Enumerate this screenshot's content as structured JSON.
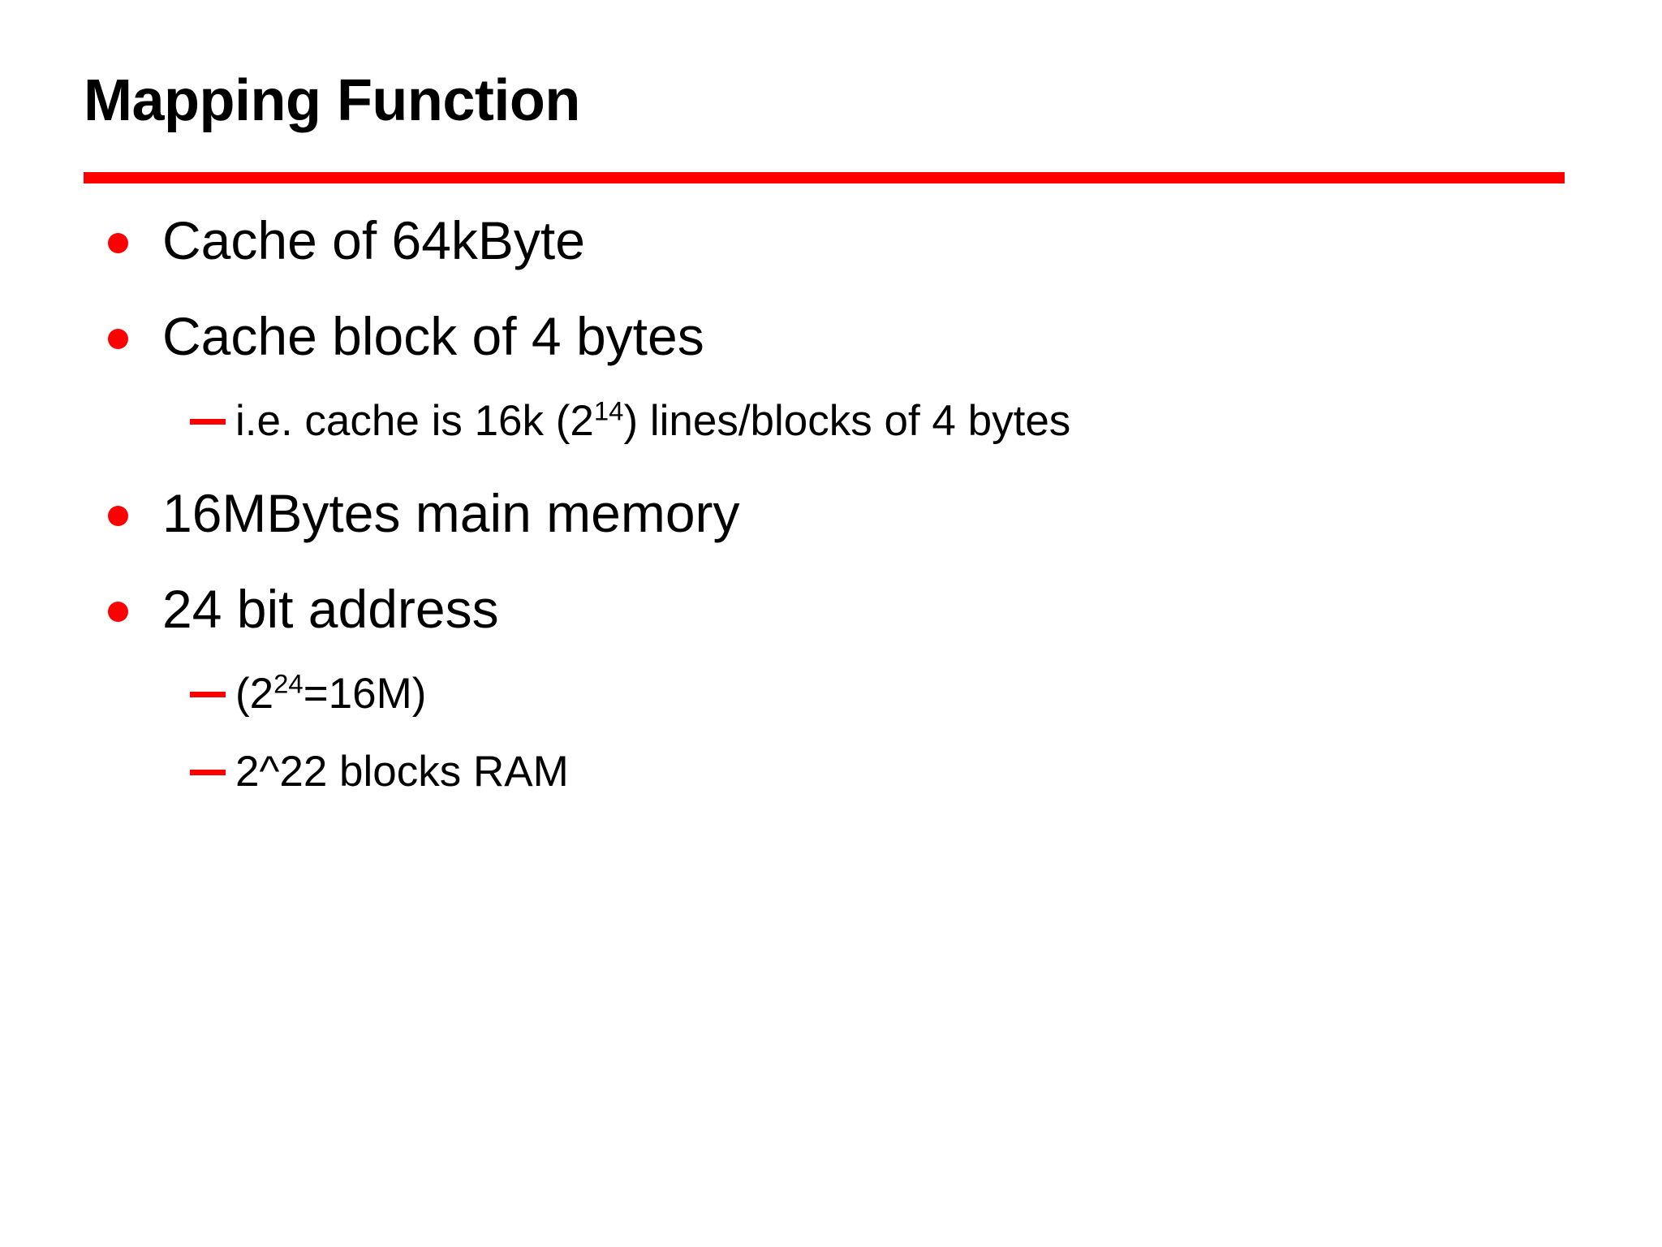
{
  "slide": {
    "title": "Mapping Function",
    "accent_color": "#FF0000",
    "text_color": "#000000",
    "background_color": "#FFFFFF",
    "rule": {
      "color": "#FF0000"
    },
    "bullets": [
      {
        "level": 1,
        "marker": "round-bullet",
        "text": "Cache of 64kByte"
      },
      {
        "level": 1,
        "marker": "round-bullet",
        "text": "Cache block of 4 bytes"
      },
      {
        "level": 2,
        "marker": "em-dash",
        "text_before_sup": "i.e. cache is 16k (2",
        "sup": "14",
        "text_after_sup": ") lines/blocks of 4 bytes"
      },
      {
        "level": 1,
        "marker": "round-bullet",
        "text": "16MBytes main memory"
      },
      {
        "level": 1,
        "marker": "round-bullet",
        "text": "24 bit address"
      },
      {
        "level": 2,
        "marker": "em-dash",
        "text_before_sup": "(2",
        "sup": "24",
        "text_after_sup": "=16M)"
      },
      {
        "level": 2,
        "marker": "em-dash",
        "text": "2^22 blocks RAM"
      }
    ]
  }
}
